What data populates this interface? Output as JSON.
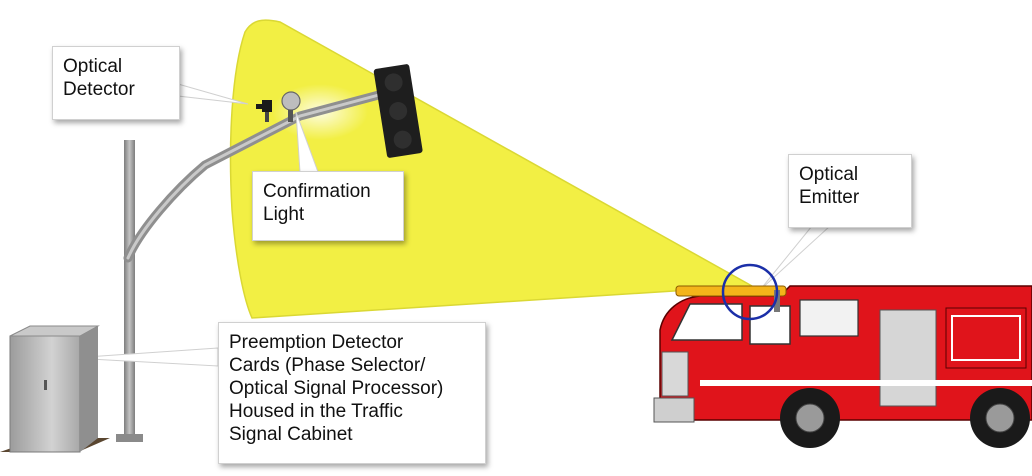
{
  "labels": {
    "optical_detector": [
      "Optical",
      "Detector"
    ],
    "confirmation_light": [
      "Confirmation",
      "Light"
    ],
    "optical_emitter": [
      "Optical",
      "Emitter"
    ],
    "cabinet": [
      "Preemption Detector",
      "Cards (Phase Selector/",
      "Optical Signal Processor)",
      "Housed in the Traffic",
      "Signal Cabinet"
    ]
  },
  "colors": {
    "beam": "#f2ef3a",
    "beam_edge": "#d9d62a",
    "pole": "#9a9a9a",
    "signal_head": "#1e1e1e",
    "truck_red": "#e0141b",
    "emitter_circle": "#1b2fa8",
    "cabinet": "#b9b9b9"
  }
}
